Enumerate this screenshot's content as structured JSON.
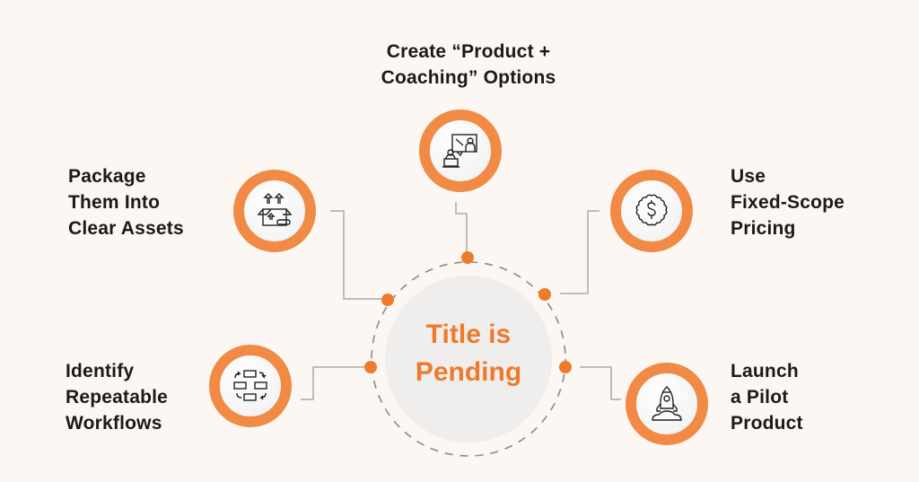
{
  "center": {
    "title_line1": "Title is",
    "title_line2": "Pending"
  },
  "colors": {
    "background": "#fcf7f2",
    "accent": "#ee7a2b",
    "ring": "#f08a44",
    "center_fill": "#efeeed",
    "connector": "#a9a9a9",
    "text": "#1a1a1a"
  },
  "nodes": [
    {
      "id": "top",
      "lines": [
        "Create “Product +",
        "Coaching” Options"
      ],
      "icon": "presentation-teaching-icon"
    },
    {
      "id": "upper-left",
      "lines": [
        "Package",
        "Them Into",
        "Clear Assets"
      ],
      "icon": "package-box-icon"
    },
    {
      "id": "upper-right",
      "lines": [
        "Use",
        "Fixed-Scope",
        "Pricing"
      ],
      "icon": "dollar-badge-icon"
    },
    {
      "id": "lower-left",
      "lines": [
        "Identify",
        "Repeatable",
        "Workflows"
      ],
      "icon": "workflow-cycle-icon"
    },
    {
      "id": "lower-right",
      "lines": [
        "Launch",
        "a Pilot",
        "Product"
      ],
      "icon": "rocket-icon"
    }
  ]
}
